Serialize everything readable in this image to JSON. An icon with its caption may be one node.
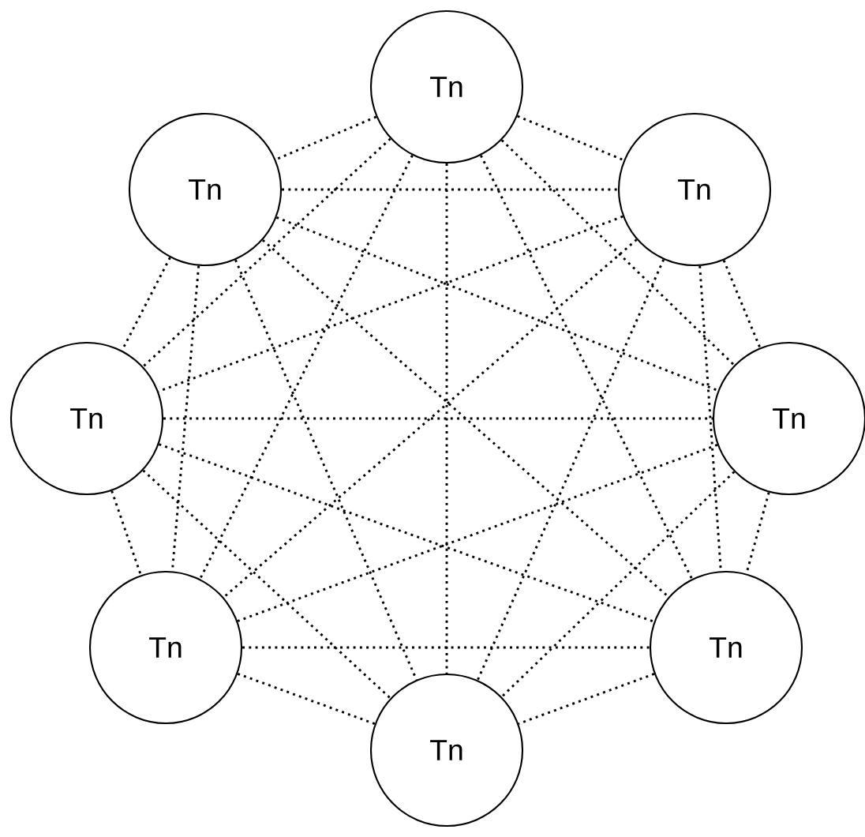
{
  "diagram": {
    "nodes": [
      {
        "text": [
          "Tn"
        ]
      },
      {
        "text": [
          "Tn"
        ]
      },
      {
        "text": [
          "Tn"
        ]
      },
      {
        "text": [
          "Tn"
        ]
      },
      {
        "text": [
          "Tn"
        ]
      },
      {
        "text": [
          "Tn"
        ]
      },
      {
        "text": [
          "Tn"
        ]
      },
      {
        "text": [
          "Tn"
        ]
      }
    ],
    "edges": [
      {
        "from": 0,
        "to": 1,
        "arrow": "none"
      },
      {
        "from": 0,
        "to": 2,
        "arrow": "none"
      },
      {
        "from": 0,
        "to": 3,
        "arrow": "none"
      },
      {
        "from": 0,
        "to": 4,
        "arrow": "none"
      },
      {
        "from": 0,
        "to": 5,
        "arrow": "none"
      },
      {
        "from": 0,
        "to": 6,
        "arrow": "none"
      },
      {
        "from": 0,
        "to": 7,
        "arrow": "none"
      },
      {
        "from": 1,
        "to": 2,
        "arrow": "none"
      },
      {
        "from": 1,
        "to": 3,
        "arrow": "none"
      },
      {
        "from": 1,
        "to": 4,
        "arrow": "none"
      },
      {
        "from": 1,
        "to": 5,
        "arrow": "none"
      },
      {
        "from": 1,
        "to": 6,
        "arrow": "none"
      },
      {
        "from": 1,
        "to": 7,
        "arrow": "none"
      },
      {
        "from": 2,
        "to": 3,
        "arrow": "none"
      },
      {
        "from": 2,
        "to": 4,
        "arrow": "none"
      },
      {
        "from": 2,
        "to": 5,
        "arrow": "none"
      },
      {
        "from": 2,
        "to": 6,
        "arrow": "none"
      },
      {
        "from": 2,
        "to": 7,
        "arrow": "none"
      },
      {
        "from": 3,
        "to": 4,
        "arrow": "none"
      },
      {
        "from": 3,
        "to": 5,
        "arrow": "none"
      },
      {
        "from": 3,
        "to": 6,
        "arrow": "none"
      },
      {
        "from": 3,
        "to": 7,
        "arrow": "none"
      },
      {
        "from": 4,
        "to": 5,
        "arrow": "none"
      },
      {
        "from": 4,
        "to": 6,
        "arrow": "none"
      },
      {
        "from": 4,
        "to": 7,
        "arrow": "none"
      },
      {
        "from": 5,
        "to": 6,
        "arrow": "none"
      },
      {
        "from": 5,
        "to": 7,
        "arrow": "none"
      },
      {
        "from": 6,
        "to": 7,
        "arrow": "none"
      }
    ]
  }
}
